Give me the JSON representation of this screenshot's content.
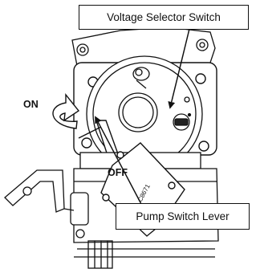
{
  "callouts": {
    "voltage_selector": "Voltage Selector Switch",
    "pump_lever": "Pump Switch Lever"
  },
  "positions": {
    "on": "ON",
    "off": "OFF"
  },
  "plate_text": "C8671"
}
